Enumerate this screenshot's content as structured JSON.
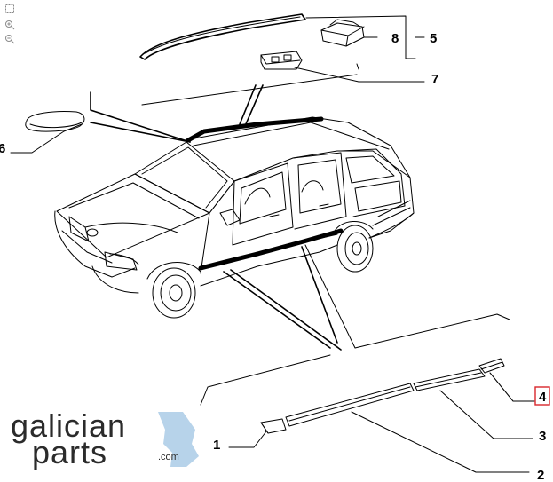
{
  "toolbar": {
    "fit_icon": "fit-page-icon",
    "zoom_in_icon": "zoom-in-icon",
    "zoom_out_icon": "zoom-out-icon"
  },
  "callouts": {
    "c1": "1",
    "c2": "2",
    "c3": "3",
    "c4": "4",
    "c5": "5",
    "c6": "6",
    "c7": "7",
    "c8": "8"
  },
  "highlighted_callout": "4",
  "highlight_color": "#d9262c",
  "logo": {
    "word_top": "galician",
    "word_bottom": "parts",
    "suffix": ".com",
    "accent_color": "#b7d3ea",
    "text_color": "#2b2b2b"
  }
}
